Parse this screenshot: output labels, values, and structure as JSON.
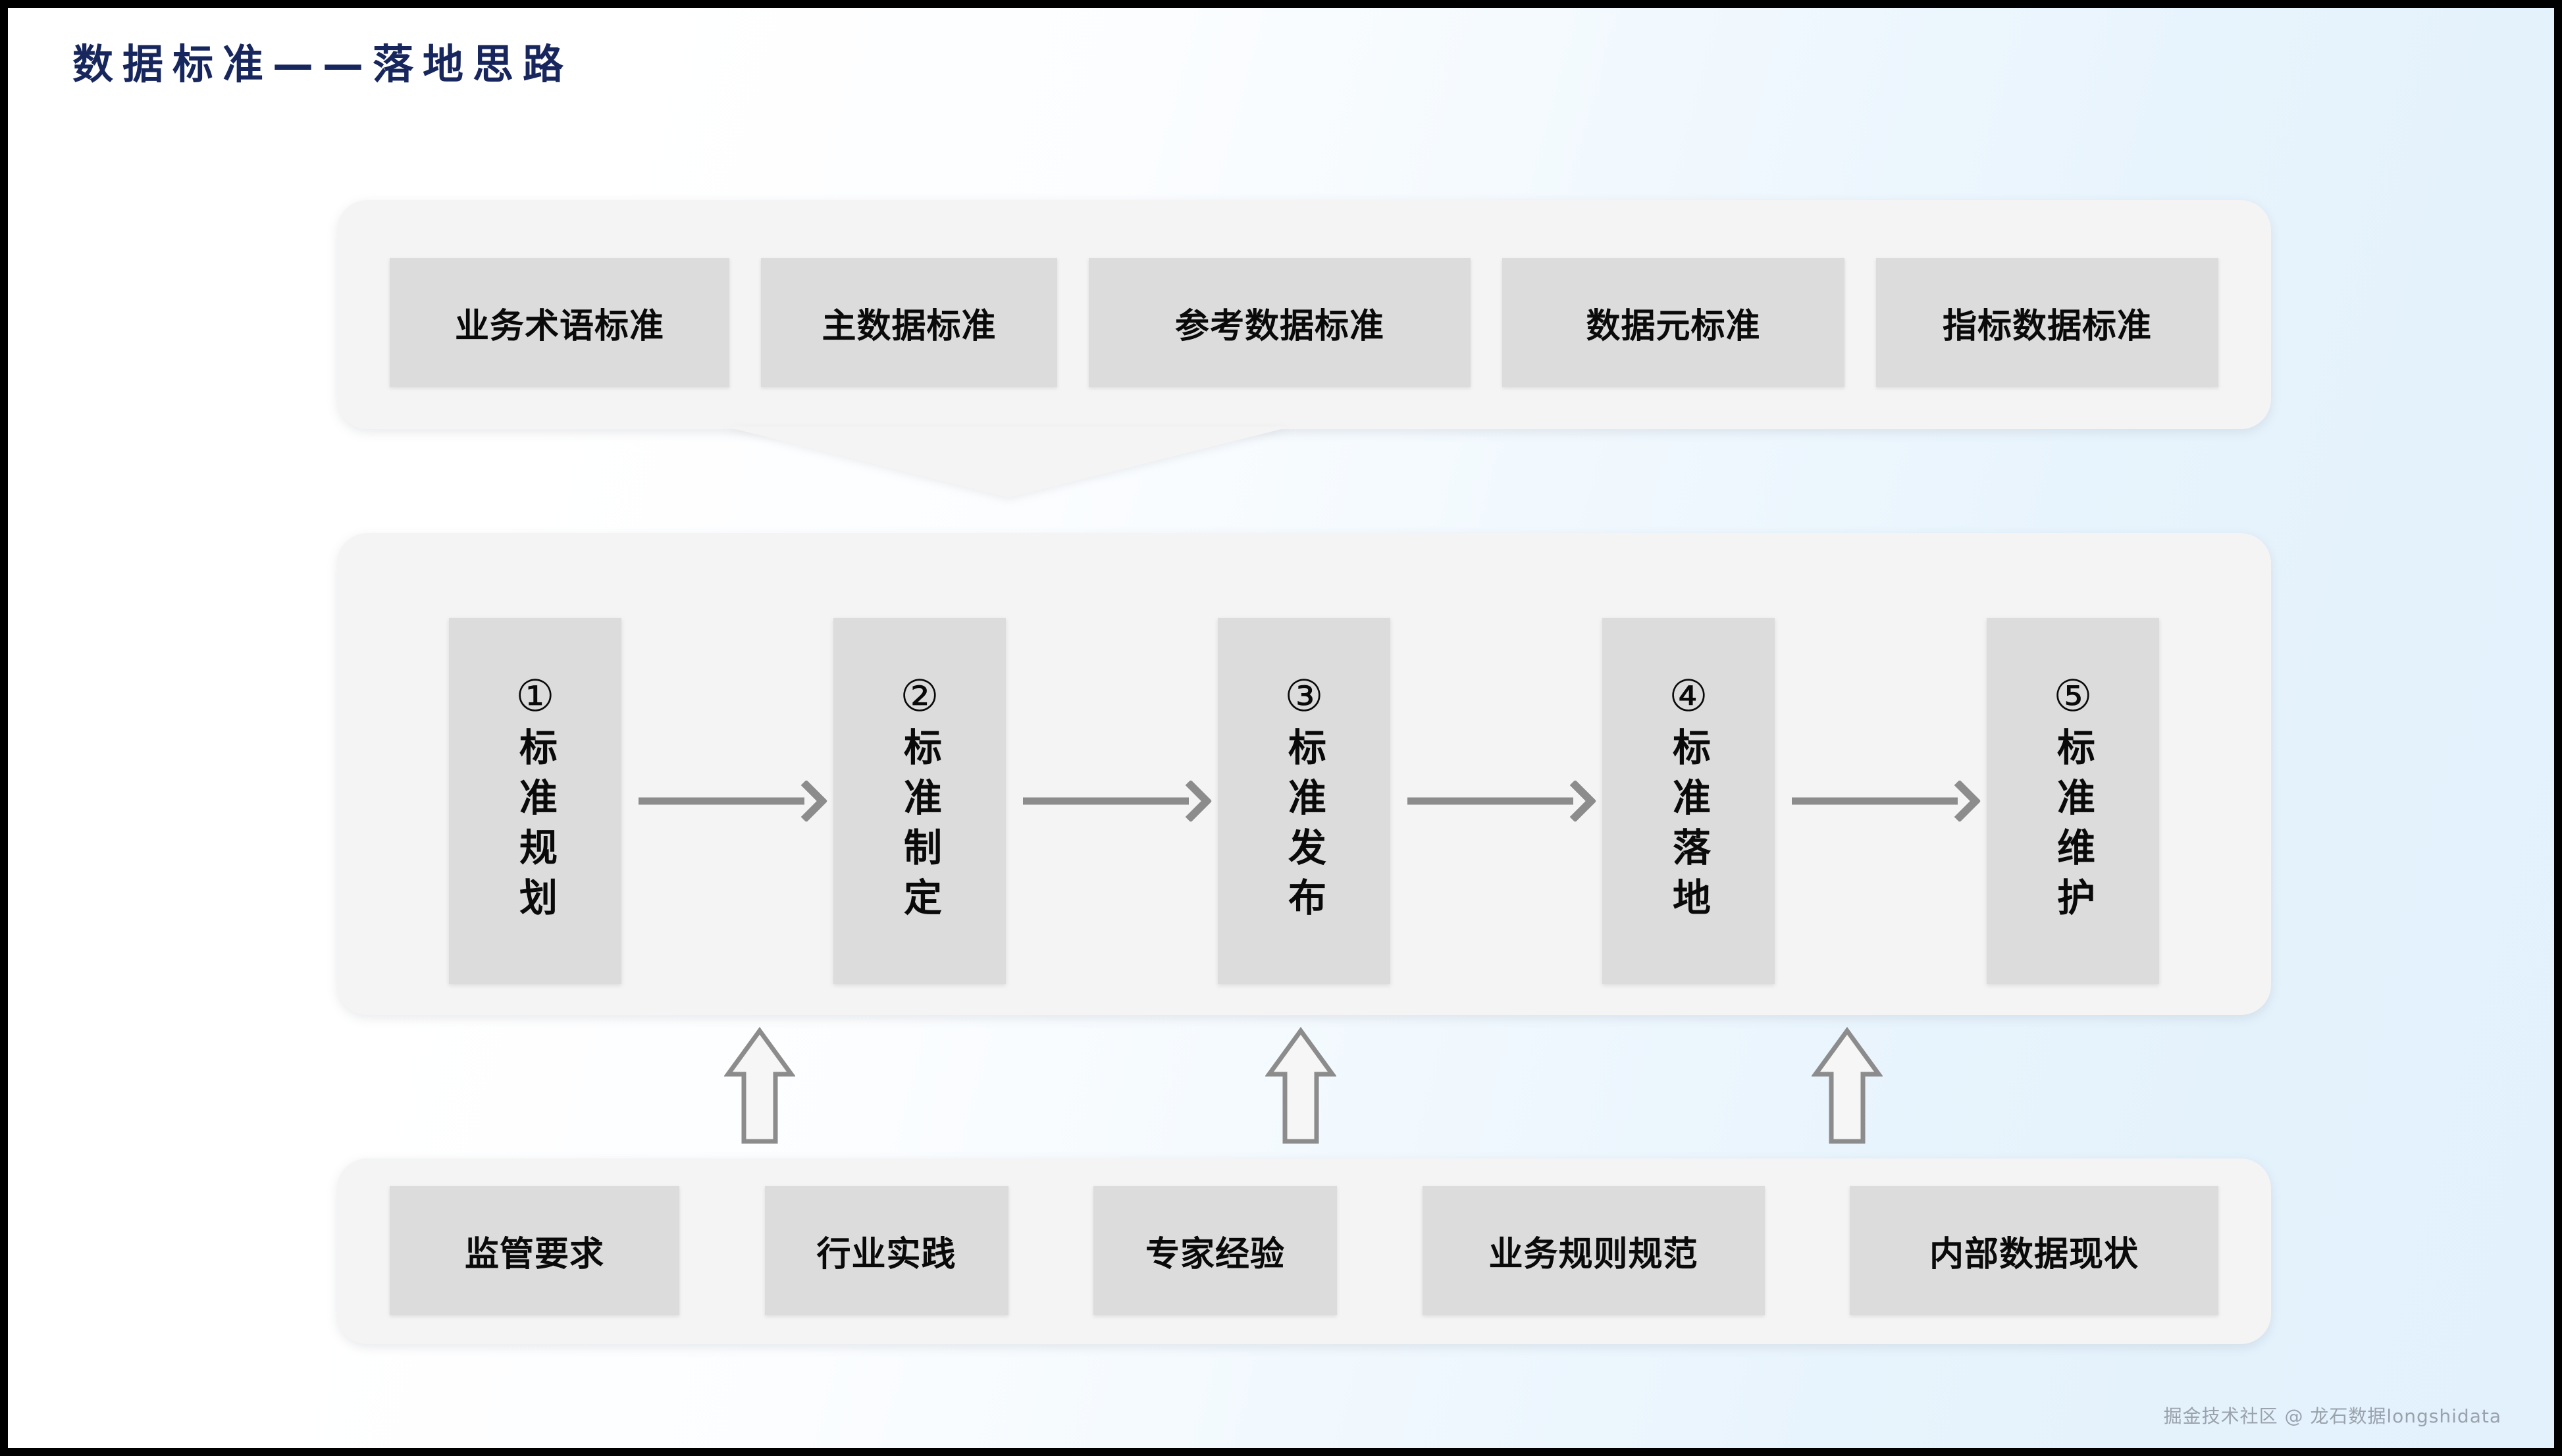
{
  "slide": {
    "title": "数据标准——落地思路",
    "title_color": "#17265c",
    "background_left": "#ffffff",
    "background_right": "#e4f2fc",
    "panel_color": "#f4f4f4",
    "box_color": "#dcdcdc",
    "arrow_color": "#8c8c8c"
  },
  "standards_panel": {
    "items": [
      {
        "label": "业务术语标准"
      },
      {
        "label": "主数据标准"
      },
      {
        "label": "参考数据标准"
      },
      {
        "label": "数据元标准"
      },
      {
        "label": "指标数据标准"
      }
    ]
  },
  "process_panel": {
    "steps": [
      {
        "number": "①",
        "label": "标准规划"
      },
      {
        "number": "②",
        "label": "标准制定"
      },
      {
        "number": "③",
        "label": "标准发布"
      },
      {
        "number": "④",
        "label": "标准落地"
      },
      {
        "number": "⑤",
        "label": "标准维护"
      }
    ],
    "connectors": [
      "arrow-right",
      "arrow-right",
      "arrow-right",
      "arrow-right"
    ]
  },
  "inputs_panel": {
    "items": [
      {
        "label": "监管要求"
      },
      {
        "label": "行业实践"
      },
      {
        "label": "专家经验"
      },
      {
        "label": "业务规则规范"
      },
      {
        "label": "内部数据现状"
      }
    ]
  },
  "support_arrows": [
    "arrow-up",
    "arrow-up",
    "arrow-up"
  ],
  "watermark": {
    "text": "掘金技术社区 @ 龙石数据longshidata"
  }
}
